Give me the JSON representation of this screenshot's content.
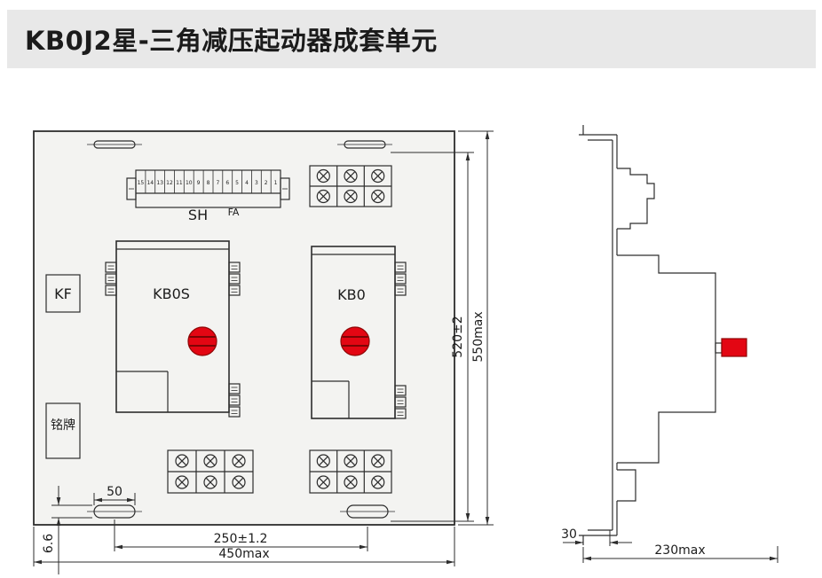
{
  "header": {
    "title": "KB0J2星-三角减压起动器成套单元"
  },
  "front_view": {
    "labels": {
      "sh": "SH",
      "fa": "FA",
      "kf": "KF",
      "nameplate": "铭牌",
      "kb0s": "KB0S",
      "kb0": "KB0"
    },
    "terminal_numbers": [
      "15",
      "14",
      "13",
      "12",
      "11",
      "10",
      "9",
      "8",
      "7",
      "6",
      "5",
      "4",
      "3",
      "2",
      "1"
    ],
    "dimensions": {
      "inner_height": "520±2",
      "outer_height": "550max",
      "slot_width": "50",
      "hole_width": "6.6",
      "inner_width": "250±1.2",
      "outer_width": "450max"
    }
  },
  "side_view": {
    "dimensions": {
      "flange_depth": "30",
      "outer_depth": "230max"
    }
  },
  "colors": {
    "accent_red": "#e30613",
    "banner_bg": "#e8e8e8",
    "panel_fill": "#f3f3f1",
    "line": "#2d2d2d"
  }
}
